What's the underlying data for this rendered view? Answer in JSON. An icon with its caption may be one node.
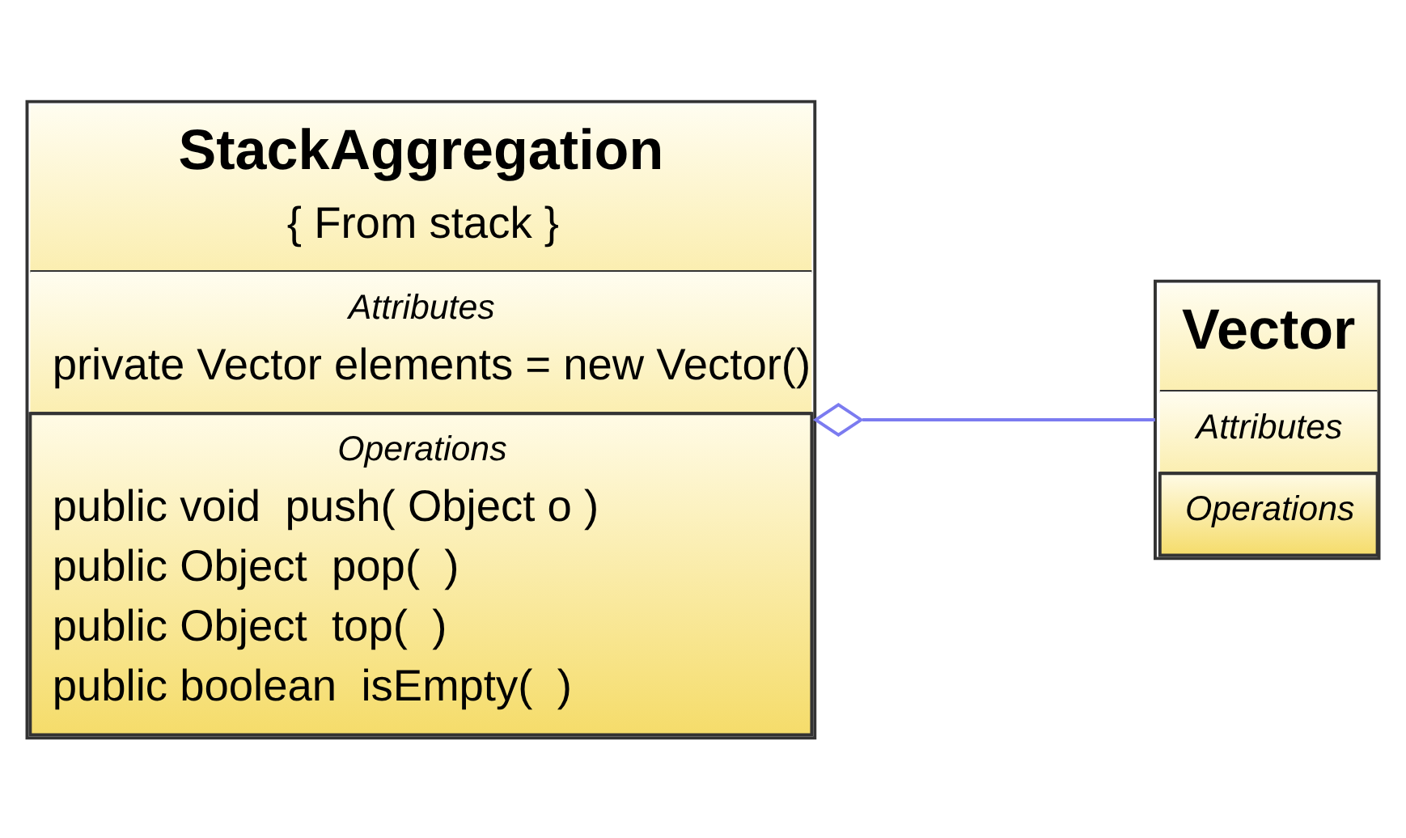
{
  "diagram": {
    "nodes": [
      {
        "text": [
          "StackAggregation",
          "{ From stack }",
          "Attributes",
          "private Vector elements = new Vector()",
          "Operations",
          "public void  push( Object o )",
          "public Object  pop(  )",
          "public Object  top(  )",
          "public boolean  isEmpty(  )"
        ]
      },
      {
        "text": [
          "Vector",
          "Attributes",
          "Operations"
        ]
      }
    ],
    "edges": [
      {
        "from": 0,
        "to": 1,
        "arrow": "other",
        "color": "#7b7bf0"
      }
    ]
  }
}
